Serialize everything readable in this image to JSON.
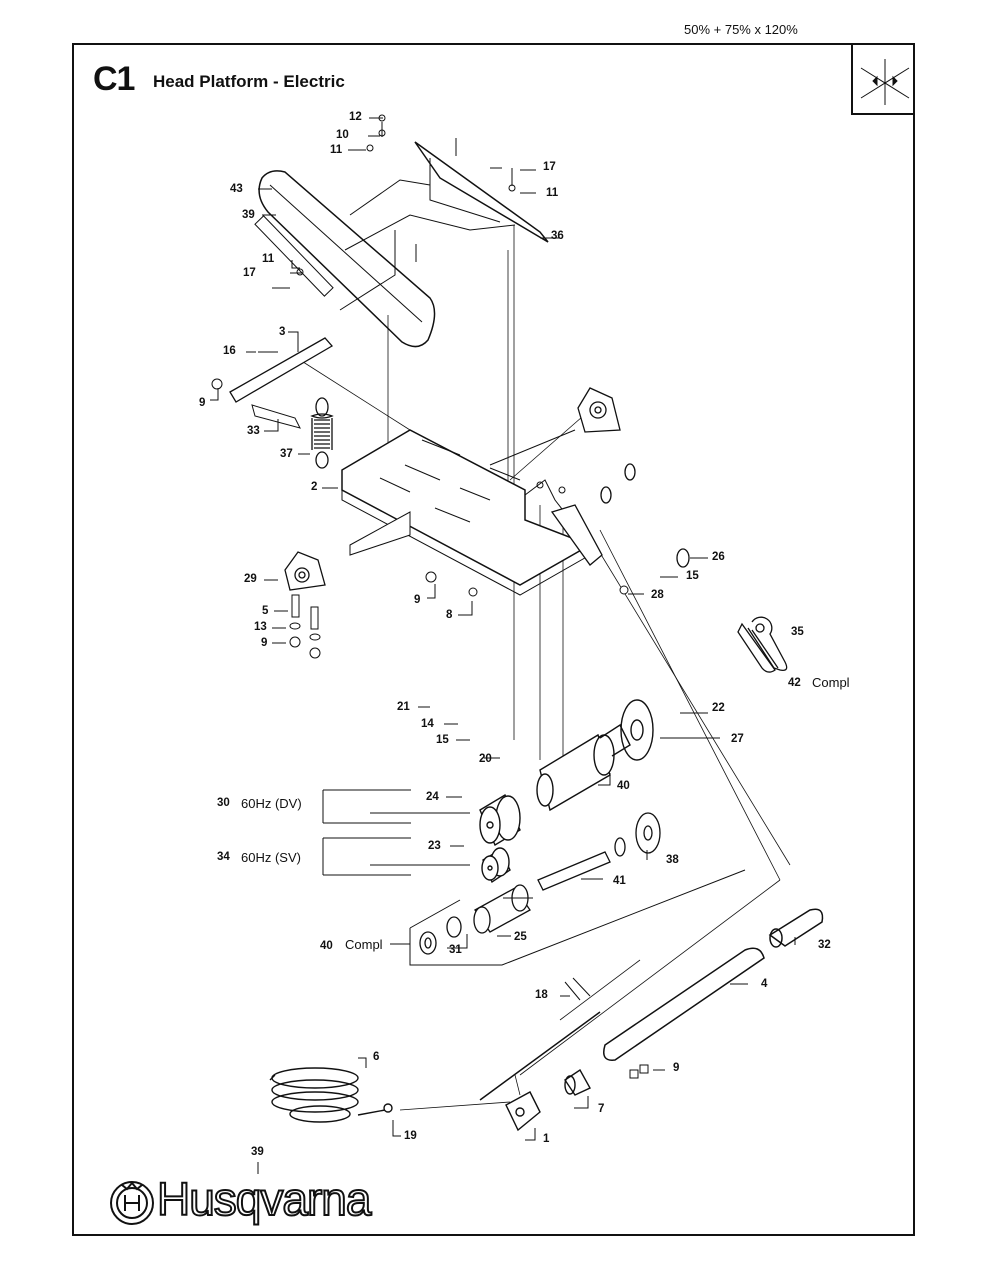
{
  "header": {
    "scale_note": "50% + 75% x 120%",
    "section_code": "C1",
    "section_title": "Head Platform - Electric"
  },
  "brand": {
    "logo_text": "Husqvarna",
    "logo_icon": "husqvarna-crown-icon"
  },
  "compass": {
    "icon": "axis-orientation-icon"
  },
  "callouts": {
    "c12": "12",
    "c10": "10",
    "c11a": "11",
    "c43": "43",
    "c39a": "39",
    "c17a": "17",
    "c11b": "11",
    "c36": "36",
    "c11c": "11",
    "c17b": "17",
    "c3": "3",
    "c16": "16",
    "c9a": "9",
    "c33": "33",
    "c37": "37",
    "c2": "2",
    "c26": "26",
    "c15a": "15",
    "c28": "28",
    "c29": "29",
    "c9b": "9",
    "c8": "8",
    "c5": "5",
    "c13": "13",
    "c9c": "9",
    "c35": "35",
    "c42": "42",
    "c21": "21",
    "c14": "14",
    "c15b": "15",
    "c20": "20",
    "c22": "22",
    "c27": "27",
    "c40a": "40",
    "c24": "24",
    "c30": "30",
    "c23": "23",
    "c34": "34",
    "c38": "38",
    "c41": "41",
    "c25": "25",
    "c31": "31",
    "c40b": "40",
    "c32": "32",
    "c4": "4",
    "c18": "18",
    "c6": "6",
    "c9d": "9",
    "c7": "7",
    "c19": "19",
    "c1": "1",
    "c39b": "39"
  },
  "notes": {
    "compl_42": "Compl",
    "hz_60_dv": "60Hz (DV)",
    "hz_60_sv": "60Hz (SV)",
    "compl_40": "Compl"
  }
}
